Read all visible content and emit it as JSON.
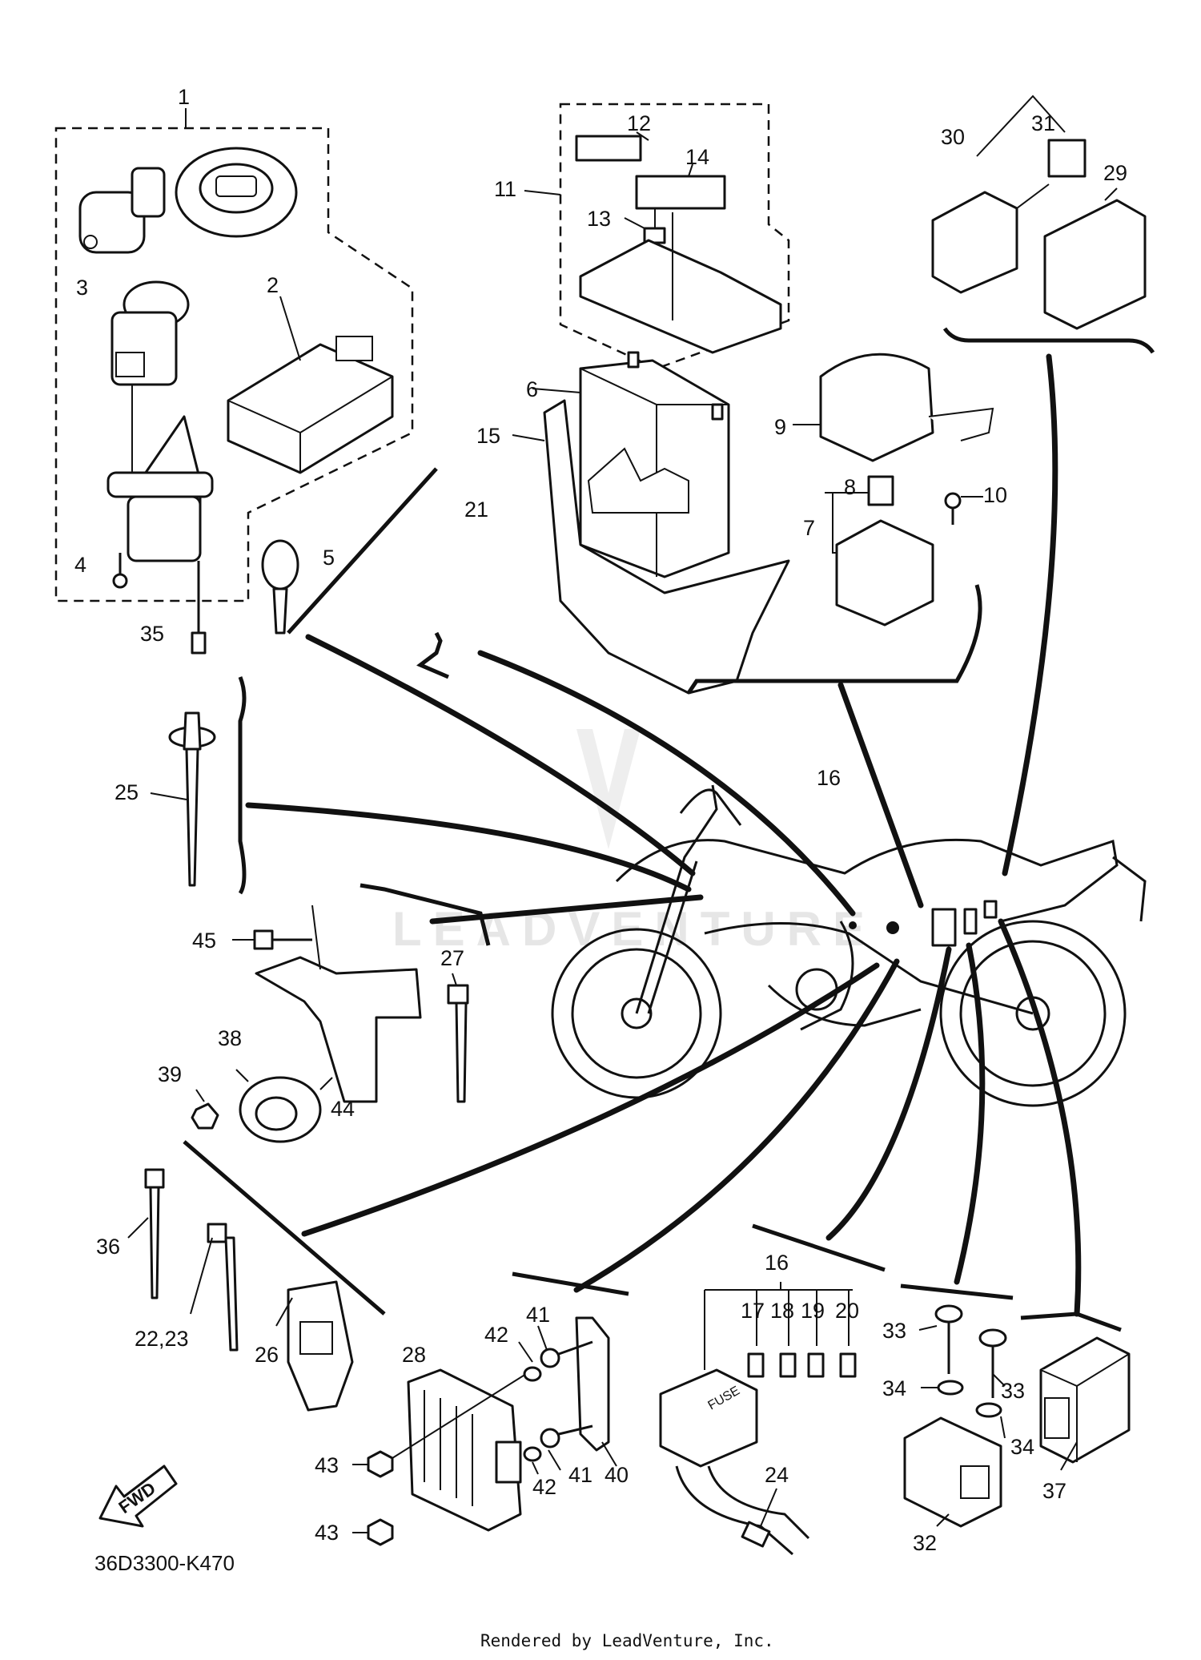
{
  "drawing_id": "36D3300-K470",
  "credit": "Rendered by LeadVenture, Inc.",
  "watermark": "LEADVENTURE",
  "fwd_label": "FWD",
  "fuse_label": "FUSE",
  "callouts": {
    "c1": "1",
    "c2": "2",
    "c3": "3",
    "c4": "4",
    "c5": "5",
    "c6": "6",
    "c7": "7",
    "c8": "8",
    "c9": "9",
    "c10": "10",
    "c11": "11",
    "c12": "12",
    "c13": "13",
    "c14": "14",
    "c15": "15",
    "c16a": "16",
    "c16b": "16",
    "c17": "17",
    "c18": "18",
    "c19": "19",
    "c20": "20",
    "c21": "21",
    "c22": "22,23",
    "c24": "24",
    "c25": "25",
    "c26": "26",
    "c27": "27",
    "c28": "28",
    "c29": "29",
    "c30": "30",
    "c31": "31",
    "c32": "32",
    "c33a": "33",
    "c33b": "33",
    "c34a": "34",
    "c34b": "34",
    "c35": "35",
    "c36": "36",
    "c37": "37",
    "c38": "38",
    "c39": "39",
    "c40": "40",
    "c41a": "41",
    "c41b": "41",
    "c42a": "42",
    "c42b": "42",
    "c43a": "43",
    "c43b": "43",
    "c44": "44",
    "c45": "45"
  }
}
